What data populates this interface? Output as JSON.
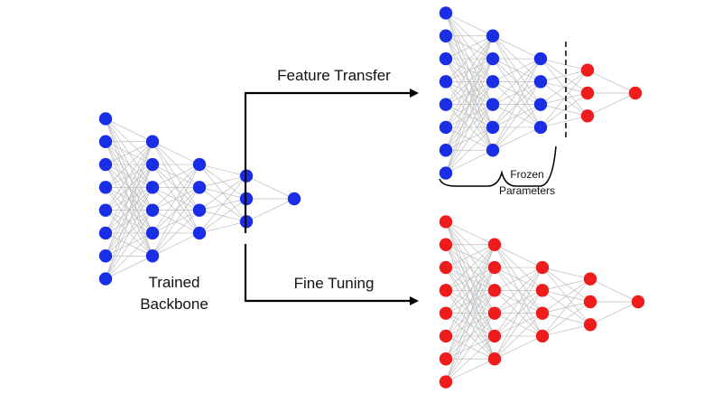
{
  "labels": {
    "backbone_line1": "Trained",
    "backbone_line2": "Backbone",
    "feature_transfer": "Feature Transfer",
    "fine_tuning": "Fine Tuning",
    "frozen_line1": "Frozen",
    "frozen_line2": "Parameters"
  },
  "colors": {
    "trained_node": "#1a2ee6",
    "trainable_node": "#ee1c1c",
    "edge": "#bdbdbd",
    "arrow": "#000000"
  },
  "networks": {
    "backbone": {
      "layers": [
        8,
        6,
        4,
        3,
        1
      ],
      "colors": [
        "trained",
        "trained",
        "trained",
        "trained",
        "trained"
      ]
    },
    "feature_transfer": {
      "layers": [
        8,
        6,
        4,
        3,
        1
      ],
      "colors": [
        "trained",
        "trained",
        "trained",
        "trainable",
        "trainable"
      ]
    },
    "fine_tuning": {
      "layers": [
        8,
        6,
        4,
        3,
        1
      ],
      "colors": [
        "trainable",
        "trainable",
        "trainable",
        "trainable",
        "trainable"
      ]
    }
  }
}
